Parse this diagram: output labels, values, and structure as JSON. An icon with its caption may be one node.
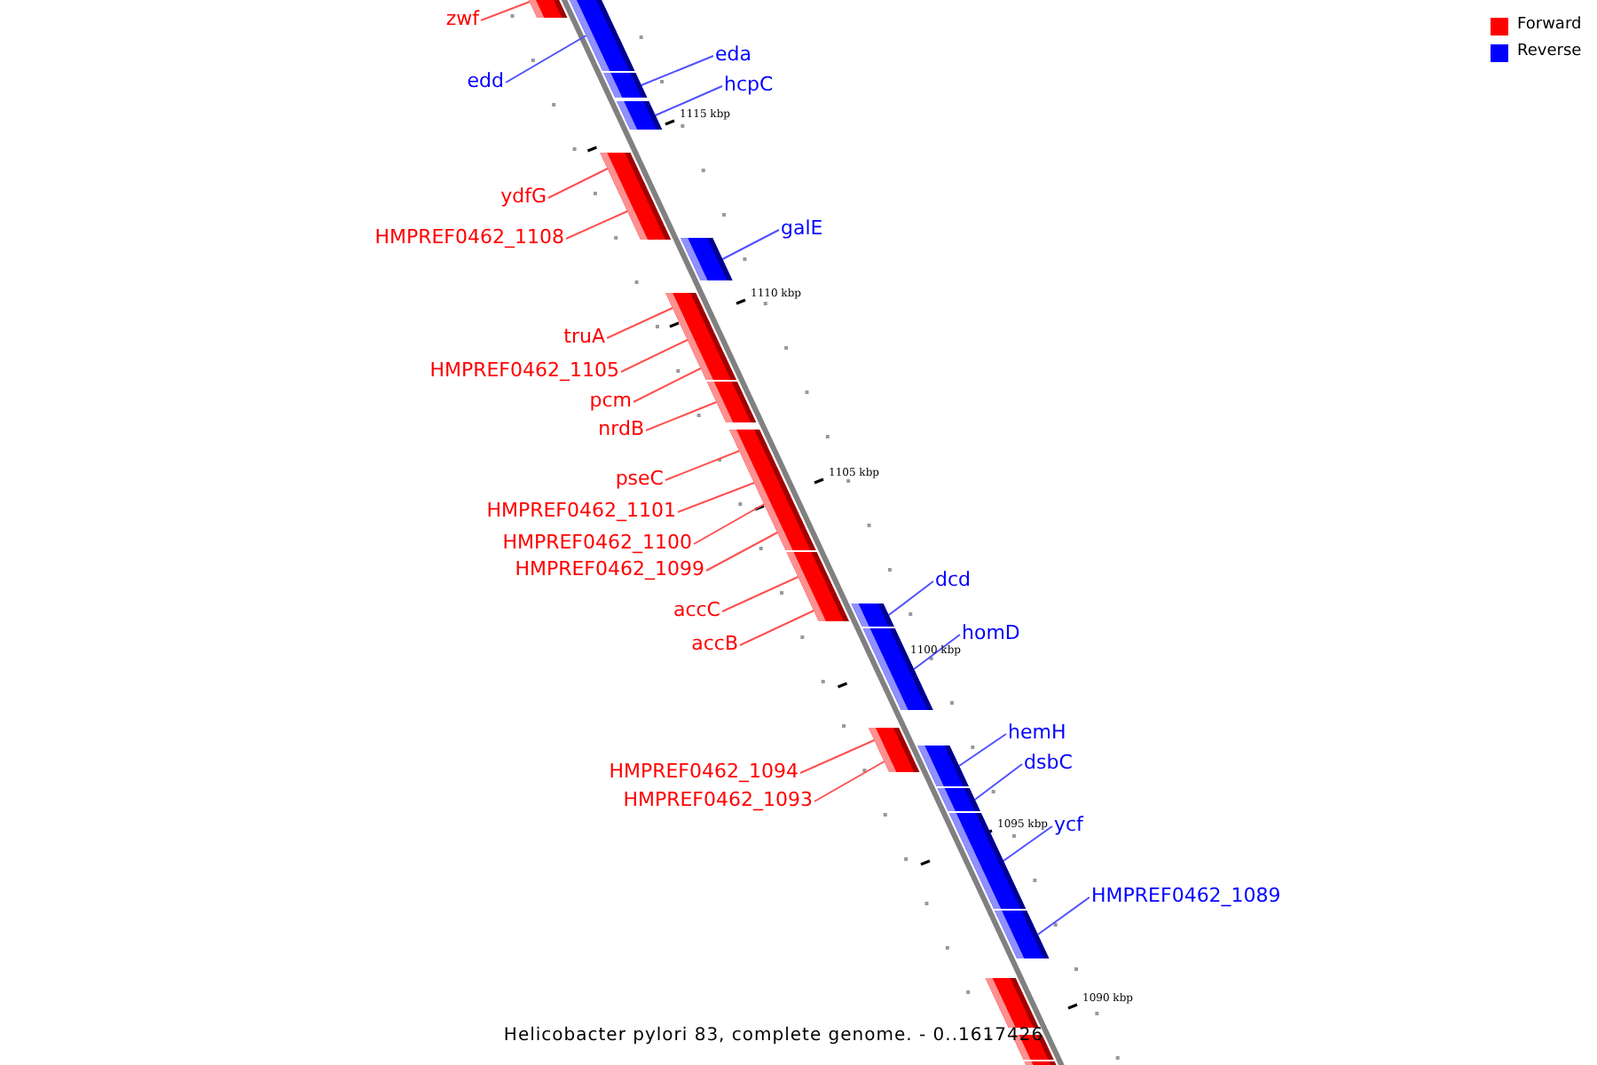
{
  "diagram": {
    "caption": "Helicobacter pylori 83, complete genome. - 0..1617426",
    "nodes": [
      {
        "text": [
          "zwf"
        ]
      },
      {
        "text": [],
        "shape": "bar"
      },
      {
        "text": [
          "edd"
        ]
      },
      {
        "text": [],
        "shape": "bar"
      },
      {
        "text": [
          "eda"
        ]
      },
      {
        "text": [],
        "shape": "bar"
      },
      {
        "text": [
          "hcpC"
        ]
      },
      {
        "text": [],
        "shape": "bar"
      },
      {
        "text": [
          "ydfG"
        ]
      },
      {
        "text": [],
        "shape": "bar"
      },
      {
        "text": [
          "HMPREF0462_1108"
        ]
      },
      {
        "text": [],
        "shape": "bar"
      },
      {
        "text": [
          "galE"
        ]
      },
      {
        "text": [],
        "shape": "bar"
      },
      {
        "text": [
          "truA"
        ]
      },
      {
        "text": [],
        "shape": "bar"
      },
      {
        "text": [
          "HMPREF0462_1105"
        ]
      },
      {
        "text": [],
        "shape": "bar"
      },
      {
        "text": [
          "pcm"
        ]
      },
      {
        "text": [],
        "shape": "bar"
      },
      {
        "text": [
          "nrdB"
        ]
      },
      {
        "text": [],
        "shape": "bar"
      },
      {
        "text": [
          "pseC"
        ]
      },
      {
        "text": [],
        "shape": "bar"
      },
      {
        "text": [
          "HMPREF0462_1101"
        ]
      },
      {
        "text": [],
        "shape": "bar"
      },
      {
        "text": [
          "HMPREF0462_1100"
        ]
      },
      {
        "text": [],
        "shape": "bar"
      },
      {
        "text": [
          "HMPREF0462_1099"
        ]
      },
      {
        "text": [],
        "shape": "bar"
      },
      {
        "text": [
          "accC"
        ]
      },
      {
        "text": [],
        "shape": "bar"
      },
      {
        "text": [
          "accB"
        ]
      },
      {
        "text": [],
        "shape": "bar"
      },
      {
        "text": [
          "dcd"
        ]
      },
      {
        "text": [],
        "shape": "bar"
      },
      {
        "text": [
          "homD"
        ]
      },
      {
        "text": [],
        "shape": "bar"
      },
      {
        "text": [
          "HMPREF0462_1094"
        ]
      },
      {
        "text": [],
        "shape": "bar"
      },
      {
        "text": [
          "hemH"
        ]
      },
      {
        "text": [],
        "shape": "bar"
      },
      {
        "text": [
          "HMPREF0462_1093"
        ]
      },
      {
        "text": [],
        "shape": "bar"
      },
      {
        "text": [
          "dsbC"
        ]
      },
      {
        "text": [],
        "shape": "bar"
      },
      {
        "text": [
          "ycf"
        ]
      },
      {
        "text": [],
        "shape": "bar"
      },
      {
        "text": [
          "HMPREF0462_1089"
        ]
      },
      {
        "text": [],
        "shape": "bar"
      },
      {
        "text": [],
        "shape": "bar"
      },
      {
        "text": [],
        "shape": "bar"
      },
      {
        "text": [],
        "shape": "bar"
      }
    ],
    "edges": [
      {
        "from": 0,
        "to": 1,
        "arrow": "none",
        "color": "#ff5050"
      },
      {
        "from": 2,
        "to": 3,
        "arrow": "none",
        "color": "#5050ff"
      },
      {
        "from": 4,
        "to": 5,
        "arrow": "none",
        "color": "#5050ff"
      },
      {
        "from": 6,
        "to": 7,
        "arrow": "none",
        "color": "#5050ff"
      },
      {
        "from": 8,
        "to": 9,
        "arrow": "none",
        "color": "#ff5050"
      },
      {
        "from": 10,
        "to": 11,
        "arrow": "none",
        "color": "#ff5050"
      },
      {
        "from": 12,
        "to": 13,
        "arrow": "none",
        "color": "#5050ff"
      },
      {
        "from": 14,
        "to": 15,
        "arrow": "none",
        "color": "#ff5050"
      },
      {
        "from": 16,
        "to": 17,
        "arrow": "none",
        "color": "#ff5050"
      },
      {
        "from": 18,
        "to": 19,
        "arrow": "none",
        "color": "#ff5050"
      },
      {
        "from": 20,
        "to": 21,
        "arrow": "none",
        "color": "#ff5050"
      },
      {
        "from": 22,
        "to": 23,
        "arrow": "none",
        "color": "#ff5050"
      },
      {
        "from": 24,
        "to": 25,
        "arrow": "none",
        "color": "#ff5050"
      },
      {
        "from": 26,
        "to": 27,
        "arrow": "none",
        "color": "#ff5050"
      },
      {
        "from": 28,
        "to": 29,
        "arrow": "none",
        "color": "#ff5050"
      },
      {
        "from": 30,
        "to": 31,
        "arrow": "none",
        "color": "#ff5050"
      },
      {
        "from": 32,
        "to": 33,
        "arrow": "none",
        "color": "#ff5050"
      },
      {
        "from": 34,
        "to": 35,
        "arrow": "none",
        "color": "#5050ff"
      },
      {
        "from": 36,
        "to": 37,
        "arrow": "none",
        "color": "#5050ff"
      },
      {
        "from": 38,
        "to": 39,
        "arrow": "none",
        "color": "#ff5050"
      },
      {
        "from": 40,
        "to": 41,
        "arrow": "none",
        "color": "#5050ff"
      },
      {
        "from": 42,
        "to": 43,
        "arrow": "none",
        "color": "#ff5050"
      },
      {
        "from": 44,
        "to": 45,
        "arrow": "none",
        "color": "#5050ff"
      },
      {
        "from": 46,
        "to": 47,
        "arrow": "none",
        "color": "#5050ff"
      },
      {
        "from": 48,
        "to": 49,
        "arrow": "none",
        "color": "#5050ff"
      }
    ],
    "labels": [
      "1115 kbp",
      "1110 kbp",
      "1105 kbp",
      "1100 kbp",
      "1095 kbp",
      "1090 kbp"
    ],
    "legend": [
      {
        "text": "Forward",
        "color": "#ff0000"
      },
      {
        "text": "Reverse",
        "color": "#0000ff"
      }
    ]
  }
}
